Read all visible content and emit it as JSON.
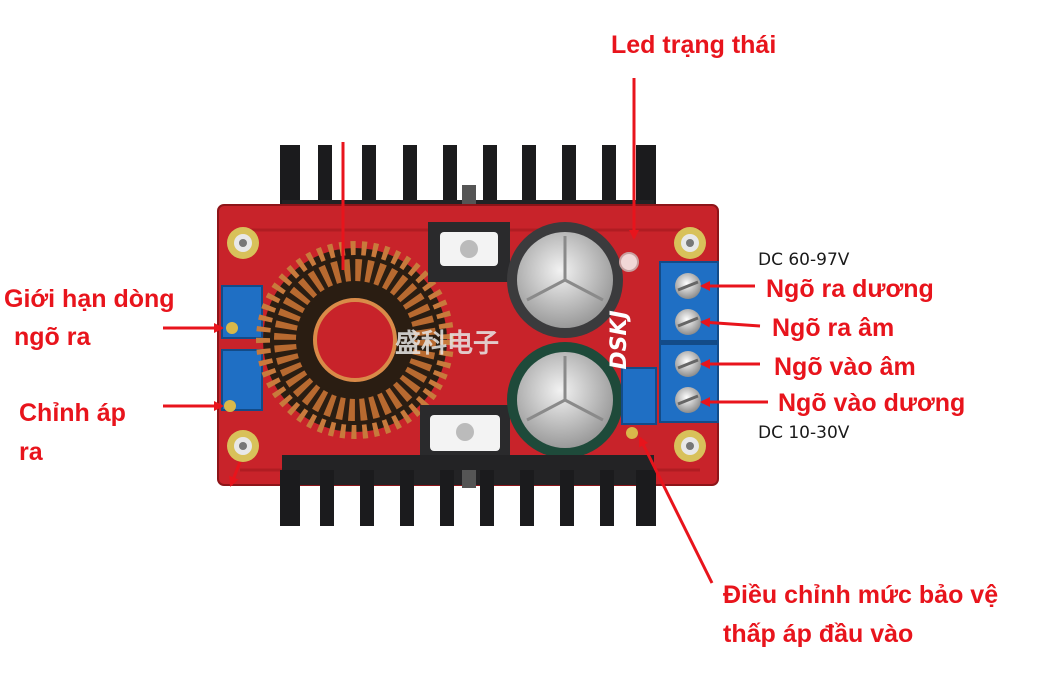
{
  "labels": {
    "status_led": "Led trạng thái",
    "current_limit_line1": "Giới hạn dòng",
    "current_limit_line2": "ngõ ra",
    "voltage_adjust_line1": "Chỉnh áp",
    "voltage_adjust_line2": "ra",
    "out_positive": "Ngõ ra dương",
    "out_negative": "Ngõ ra âm",
    "in_negative": "Ngõ vào âm",
    "in_positive": "Ngõ vào dương",
    "undervoltage_line1": "Điều chỉnh mức bảo vệ",
    "undervoltage_line2": "thấp áp đầu vào"
  },
  "specs": {
    "output_range": "DC 60-97V",
    "input_range": "DC 10-30V"
  },
  "board": {
    "watermark": "盛科电子",
    "brand": "DSKJ"
  },
  "colors": {
    "annotation": "#e8141c",
    "pcb": "#c8232a",
    "heatsink": "#1b1b1d",
    "terminal": "#1f6fc4",
    "copper": "#c87a3c"
  }
}
